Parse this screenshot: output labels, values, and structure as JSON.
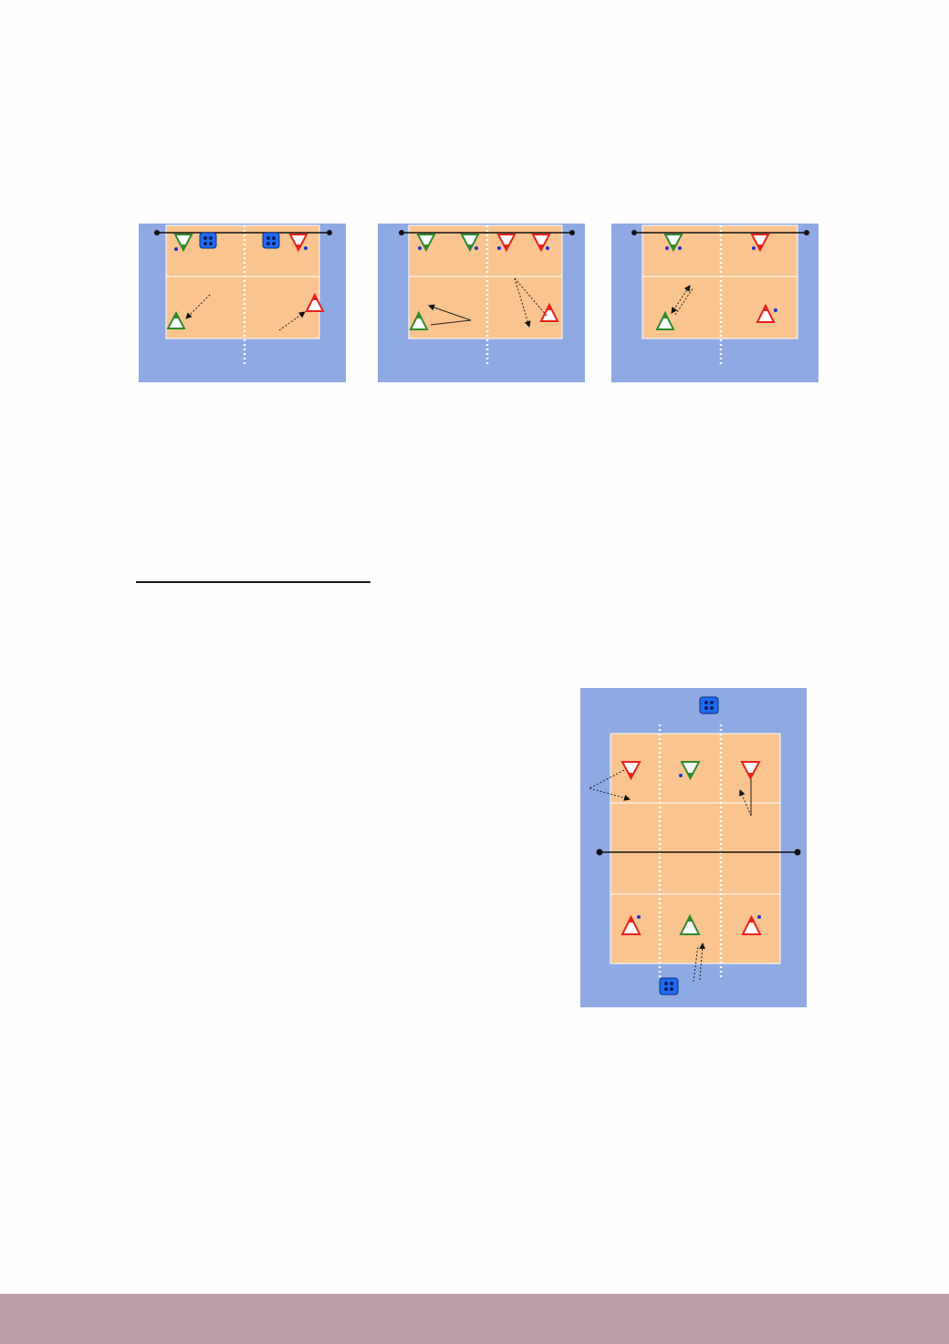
{
  "colors": {
    "page_background": "#fefefe",
    "court_surround": "#8fa9e3",
    "court_floor": "#f9c48f",
    "court_lines": "#ffffff",
    "net": "#111111",
    "player_red": "#e8201c",
    "player_green": "#2e8b2e",
    "ball_dot": "#1a33cc",
    "cone_box": "#1e6cf0",
    "footer_band": "#bc9faa"
  },
  "icons": {
    "player_marker": "triangle-player-icon",
    "ball_marker": "ball-dot-icon",
    "cone_marker": "cone-box-icon",
    "movement": "dashed-arrow-icon",
    "net_post": "net-post-icon"
  },
  "diagrams": [
    {
      "name": "drill-diagram-1"
    },
    {
      "name": "drill-diagram-2"
    },
    {
      "name": "drill-diagram-3"
    },
    {
      "name": "drill-diagram-4"
    }
  ]
}
